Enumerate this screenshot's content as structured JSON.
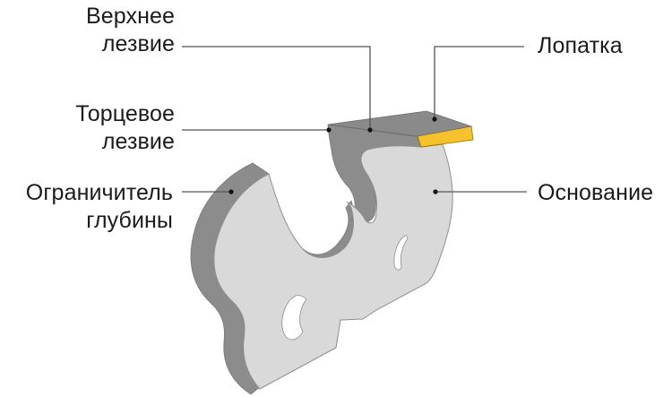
{
  "diagram": {
    "subject": "saw chain cutting link",
    "labels": {
      "top_blade": {
        "line1": "Верхнее",
        "line2": "лезвие"
      },
      "side_blade": {
        "line1": "Торцевое",
        "line2": "лезвие"
      },
      "depth_gauge": {
        "line1": "Ограничитель",
        "line2": "глубины"
      },
      "chisel": {
        "line1": "Лопатка"
      },
      "base": {
        "line1": "Основание"
      }
    },
    "colors": {
      "face": "#d9d9d9",
      "edge": "#8c8c8c",
      "top_face": "#8a8a8a",
      "chisel_tip": "#f5c22e",
      "leader_line": "#555555",
      "text": "#1b1b1b"
    }
  }
}
